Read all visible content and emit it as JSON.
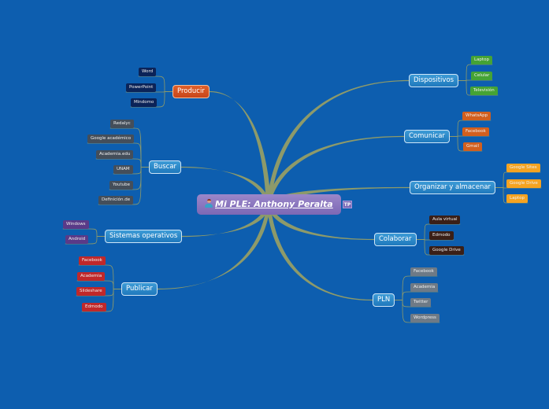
{
  "central": {
    "title": "Mi PLE: Anthony Peralta",
    "icon": "user-avatar-icon",
    "badge": "TP"
  },
  "colors": {
    "background": "#0d5eaf",
    "connector": "#8d9a6a",
    "main_topic": "#2a88c8",
    "central": "#8a76bf"
  },
  "branches": {
    "producir": {
      "label": "Producir",
      "color": "#d0501f",
      "children": [
        "Word",
        "PowerPoint",
        "Mindomo"
      ]
    },
    "buscar": {
      "label": "Buscar",
      "children": [
        "Redalyc",
        "Google académico",
        "Academia.edu",
        "UNAM",
        "Youtube",
        "Definición.de"
      ]
    },
    "sistemas": {
      "label": "Sistemas operativos",
      "children": [
        "Windows",
        "Android"
      ]
    },
    "publicar": {
      "label": "Publicar",
      "children": [
        "Facebook",
        "Academia",
        "Slideshare",
        "Edmodo"
      ]
    },
    "dispositivos": {
      "label": "Dispositivos",
      "children": [
        "Laptop",
        "Celular",
        "Televisión"
      ]
    },
    "comunicar": {
      "label": "Comunicar",
      "children": [
        "WhatsApp",
        "Facebook",
        "Gmail"
      ]
    },
    "organizar": {
      "label": "Organizar y almacenar",
      "children": [
        "Google Sites",
        "Google Drive",
        "Laptop"
      ]
    },
    "colaborar": {
      "label": "Colaborar",
      "children": [
        "Aula virtual",
        "Edmodo",
        "Google Drive"
      ]
    },
    "pln": {
      "label": "PLN",
      "children": [
        "Facebook",
        "Academia",
        "Twitter",
        "Wordpress"
      ]
    }
  }
}
